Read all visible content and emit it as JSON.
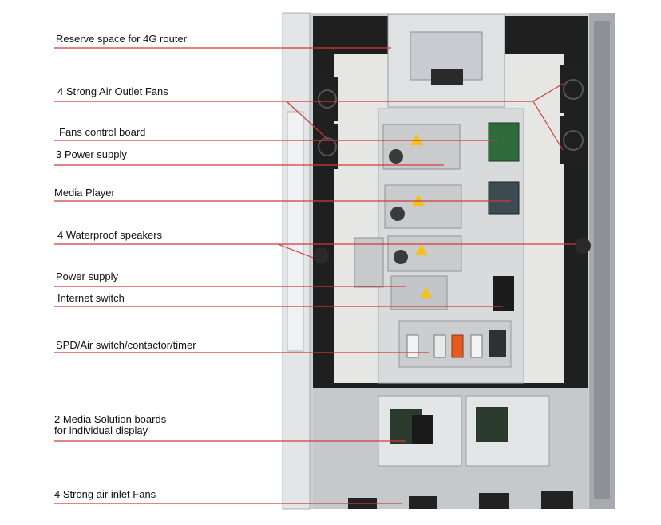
{
  "labels": {
    "router": "Reserve space for 4G router",
    "outlet_fans": "4 Strong Air Outlet Fans",
    "fans_control": "Fans control board",
    "power_supply_3": "3 Power supply",
    "media_player": "Media Player",
    "speakers": "4 Waterproof speakers",
    "power_supply": "Power supply",
    "internet_switch": "Internet switch",
    "spd": "SPD/Air switch/contactor/timer",
    "media_boards": "2 Media Solution boards\nfor individual display",
    "inlet_fans": "4 Strong air inlet Fans"
  },
  "colors": {
    "leader_line": "#d23a3a",
    "cabinet": "#d9dcdf",
    "cabinet_dark": "#b9bdc1",
    "inner_panel": "#e9eaea",
    "black": "#151515"
  }
}
